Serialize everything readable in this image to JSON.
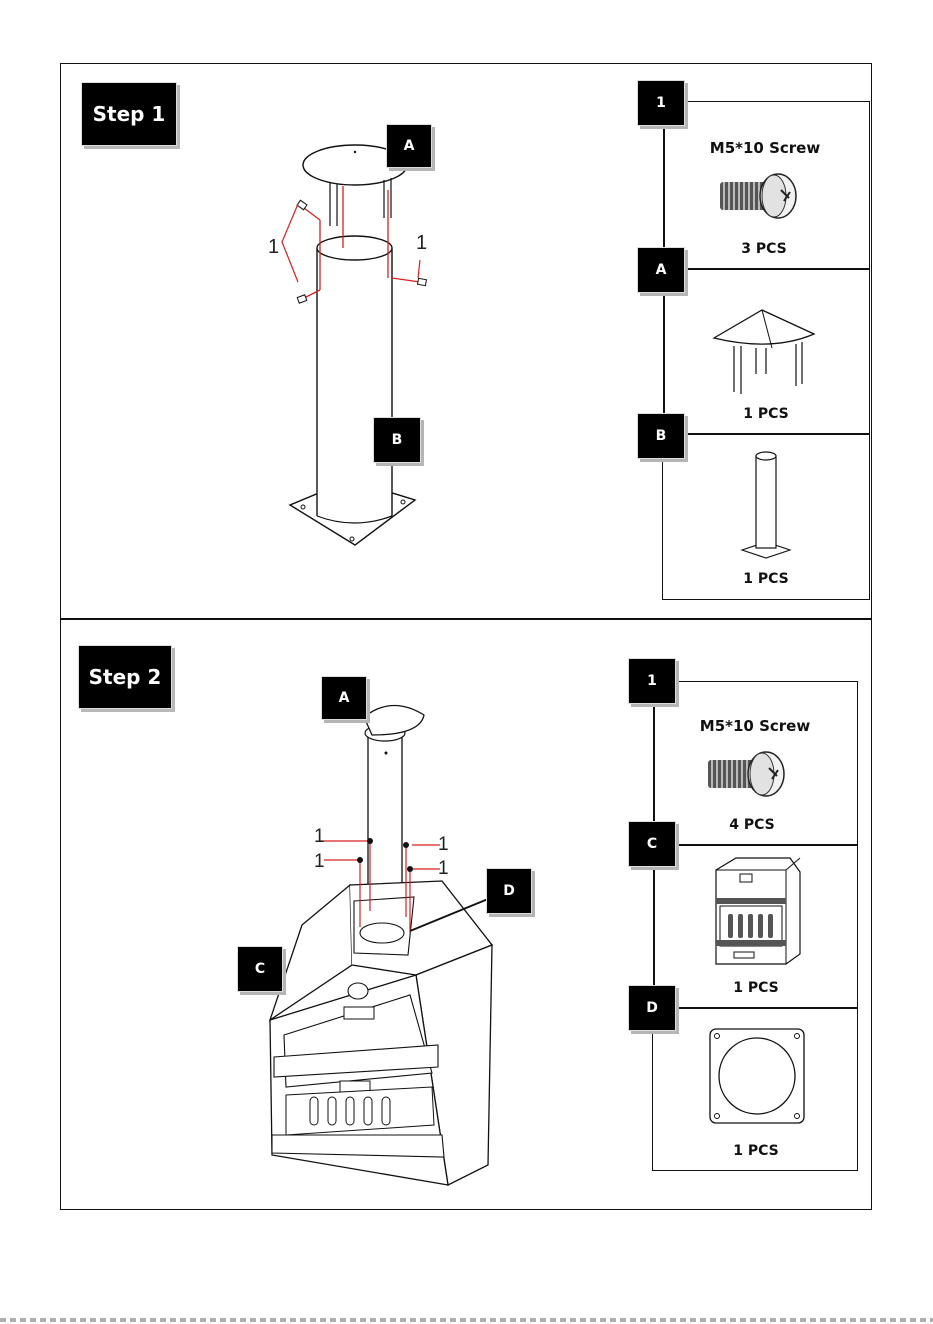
{
  "step1": {
    "title": "Step 1",
    "callouts": {
      "a": "A",
      "b": "B",
      "screw_left": "1",
      "screw_right": "1"
    },
    "parts": [
      {
        "key": "1",
        "name": "M5*10 Screw",
        "qty": "3 PCS"
      },
      {
        "key": "A",
        "name": "",
        "qty": "1 PCS"
      },
      {
        "key": "B",
        "name": "",
        "qty": "1 PCS"
      }
    ]
  },
  "step2": {
    "title": "Step 2",
    "callouts": {
      "a": "A",
      "c": "C",
      "d": "D",
      "screws": [
        "1",
        "1",
        "1",
        "1"
      ]
    },
    "parts": [
      {
        "key": "1",
        "name": "M5*10 Screw",
        "qty": "4 PCS"
      },
      {
        "key": "C",
        "name": "",
        "qty": "1 PCS"
      },
      {
        "key": "D",
        "name": "",
        "qty": "1 PCS"
      }
    ]
  },
  "colors": {
    "ink": "#111111",
    "guide": "#d62020",
    "badge": "#000000",
    "shadow": "#b5b5b5"
  }
}
